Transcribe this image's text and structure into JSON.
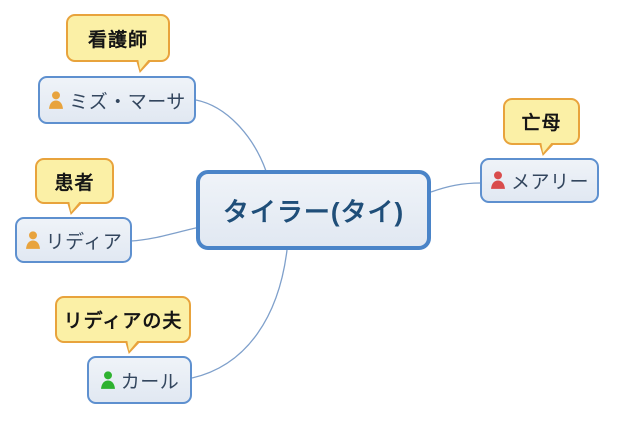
{
  "diagram": {
    "type": "mind-map",
    "center_node": {
      "label": "タイラー(タイ)"
    },
    "people": {
      "martha": {
        "label": "ミズ・マーサ",
        "role": "看護師",
        "icon": "person-icon",
        "icon_color": "#E8A33D"
      },
      "lydia": {
        "label": "リディア",
        "role": "患者",
        "icon": "person-icon",
        "icon_color": "#E8A33D"
      },
      "carl": {
        "label": "カール",
        "role": "リディアの夫",
        "icon": "person-icon",
        "icon_color": "#2EB230"
      },
      "mary": {
        "label": "メアリー",
        "role": "亡母",
        "icon": "person-icon",
        "icon_color": "#D94C4C"
      }
    },
    "edges": [
      {
        "from": "ミズ・マーサ",
        "to": "タイラー(タイ)"
      },
      {
        "from": "リディア",
        "to": "タイラー(タイ)"
      },
      {
        "from": "カール",
        "to": "タイラー(タイ)"
      },
      {
        "from": "メアリー",
        "to": "タイラー(タイ)"
      }
    ],
    "colors": {
      "node_border": "#5E90CF",
      "center_border": "#4A84C8",
      "node_fill": "#E8EDF5",
      "center_text": "#1F4E79",
      "node_text": "#33465E",
      "callout_fill": "#FBF0A6",
      "callout_border": "#E8A33C",
      "connector": "#7FA0CB",
      "background": "#FFFFFF"
    }
  }
}
